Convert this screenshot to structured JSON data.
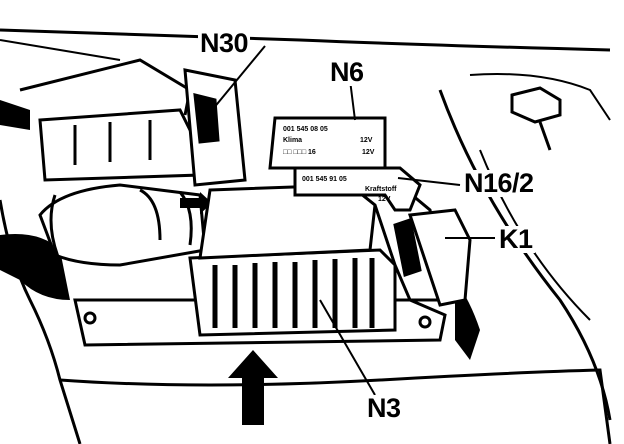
{
  "labels": {
    "n30": "N30",
    "n6": "N6",
    "n16_2": "N16/2",
    "k1": "K1",
    "n3": "N3"
  },
  "relay_n6_text": {
    "line1": "001 545 08 05",
    "line2": "Klima",
    "line3": "12V",
    "line4": "□□ □□□ 16",
    "line5": "12V"
  },
  "relay_n16_text": {
    "line1": "001 545 91 05",
    "line2": "Kraftstoff",
    "line3": "12V"
  },
  "colors": {
    "ink": "#000000",
    "paper": "#ffffff"
  },
  "icons": {
    "arrow": "up-arrow-icon"
  }
}
